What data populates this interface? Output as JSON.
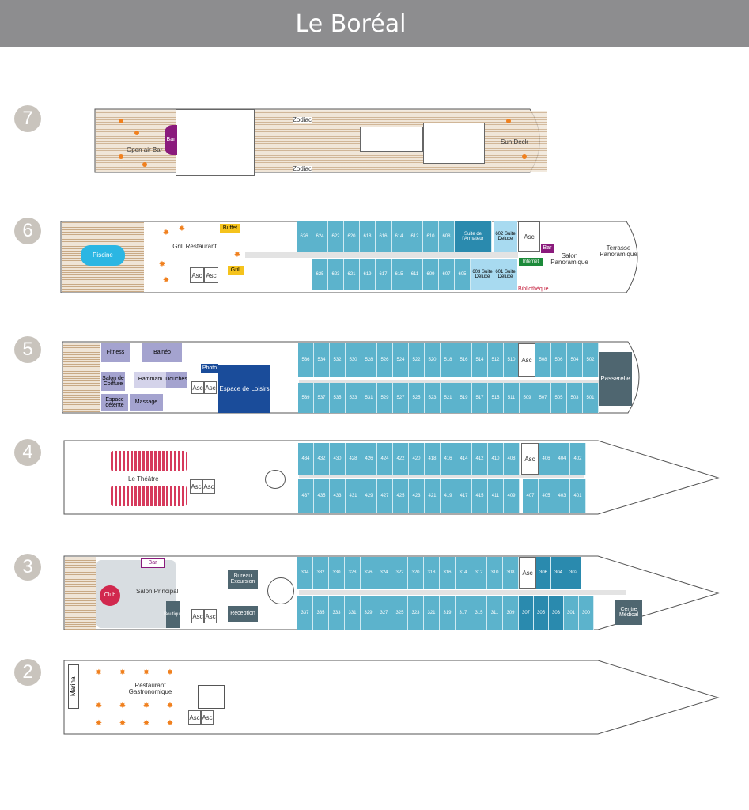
{
  "header": {
    "title": "Le Boréal"
  },
  "decks": [
    {
      "number": "7"
    },
    {
      "number": "6"
    },
    {
      "number": "5"
    },
    {
      "number": "4"
    },
    {
      "number": "3"
    },
    {
      "number": "2"
    }
  ],
  "deck7": {
    "bar": "Bar",
    "openair_bar": "Open air Bar",
    "zodiac": "Zodiac",
    "sun_deck": "Sun Deck"
  },
  "deck6": {
    "piscine": "Piscine",
    "grill_restaurant": "Grill Restaurant",
    "buffet": "Buffet",
    "grill": "Grill",
    "asc": "Asc",
    "suite_armateur": "Suite de l'Armateur",
    "suite_602": "602 Suite Deluxe",
    "suite_603": "603 Suite Deluxe",
    "suite_601": "601 Suite Deluxe",
    "bar": "Bar",
    "salon_panoramique": "Salon Panoramique",
    "internet": "Internet",
    "bibliotheque": "Bibliothèque",
    "terrasse": "Terrasse Panoramique",
    "top_cabins": [
      "626",
      "624",
      "622",
      "620",
      "618",
      "616",
      "614",
      "612",
      "610",
      "608"
    ],
    "bottom_cabins": [
      "625",
      "623",
      "621",
      "619",
      "617",
      "615",
      "611",
      "609",
      "607",
      "605"
    ]
  },
  "deck5": {
    "fitness": "Fitness",
    "balneo": "Balnéo",
    "salon_coiffure": "Salon de Coiffure",
    "hammam": "Hammam",
    "douches": "Douches",
    "espace_detente": "Espace détente",
    "massage": "Massage",
    "photo": "Photo",
    "espace_loisirs": "Espace de Loisirs",
    "asc": "Asc",
    "passerelle": "Passerelle",
    "top_cabins": [
      "536",
      "534",
      "532",
      "530",
      "528",
      "526",
      "524",
      "522",
      "520",
      "518",
      "516",
      "514",
      "512",
      "510"
    ],
    "top_fore": [
      "508",
      "506",
      "504",
      "502"
    ],
    "bottom_cabins": [
      "539",
      "537",
      "535",
      "533",
      "531",
      "529",
      "527",
      "525",
      "523",
      "521",
      "519",
      "517",
      "515",
      "511"
    ],
    "bottom_fore": [
      "509",
      "507",
      "505",
      "503",
      "501"
    ]
  },
  "deck4": {
    "theatre": "Le Théâtre",
    "asc": "Asc",
    "top_cabins": [
      "434",
      "432",
      "430",
      "428",
      "426",
      "424",
      "422",
      "420",
      "418",
      "416",
      "414",
      "412",
      "410",
      "408"
    ],
    "top_fore": [
      "406",
      "404",
      "402"
    ],
    "bottom_cabins": [
      "437",
      "435",
      "433",
      "431",
      "429",
      "427",
      "425",
      "423",
      "421",
      "419",
      "417",
      "415",
      "411",
      "409"
    ],
    "bottom_fore": [
      "407",
      "405",
      "403",
      "401"
    ]
  },
  "deck3": {
    "bar": "Bar",
    "club": "Club",
    "salon_principal": "Salon Principal",
    "boutique": "Boutique",
    "bureau_excursion": "Bureau Excursion",
    "reception": "Réception",
    "asc": "Asc",
    "centre_medical": "Centre Médical",
    "top_cabins": [
      "334",
      "332",
      "330",
      "328",
      "326",
      "324",
      "322",
      "320",
      "318",
      "316",
      "314",
      "312",
      "310",
      "308"
    ],
    "top_fore": [
      "306",
      "304",
      "302"
    ],
    "bottom_cabins": [
      "337",
      "335",
      "333",
      "331",
      "329",
      "327",
      "325",
      "323",
      "321",
      "319",
      "317",
      "315",
      "311",
      "309"
    ],
    "bottom_fore": [
      "307",
      "305",
      "303",
      "301",
      "300"
    ]
  },
  "deck2": {
    "marina": "Marina",
    "restaurant": "Restaurant Gastronomique",
    "asc": "Asc"
  },
  "colors": {
    "cabin": "#5cb3cc",
    "suite": "#2a8aae",
    "venue": "#a4a3cf",
    "deck_wood": "#d8c1a4",
    "grey_box": "#4f6670",
    "bar_purple": "#8a1a7c",
    "club_red": "#d1284e"
  }
}
